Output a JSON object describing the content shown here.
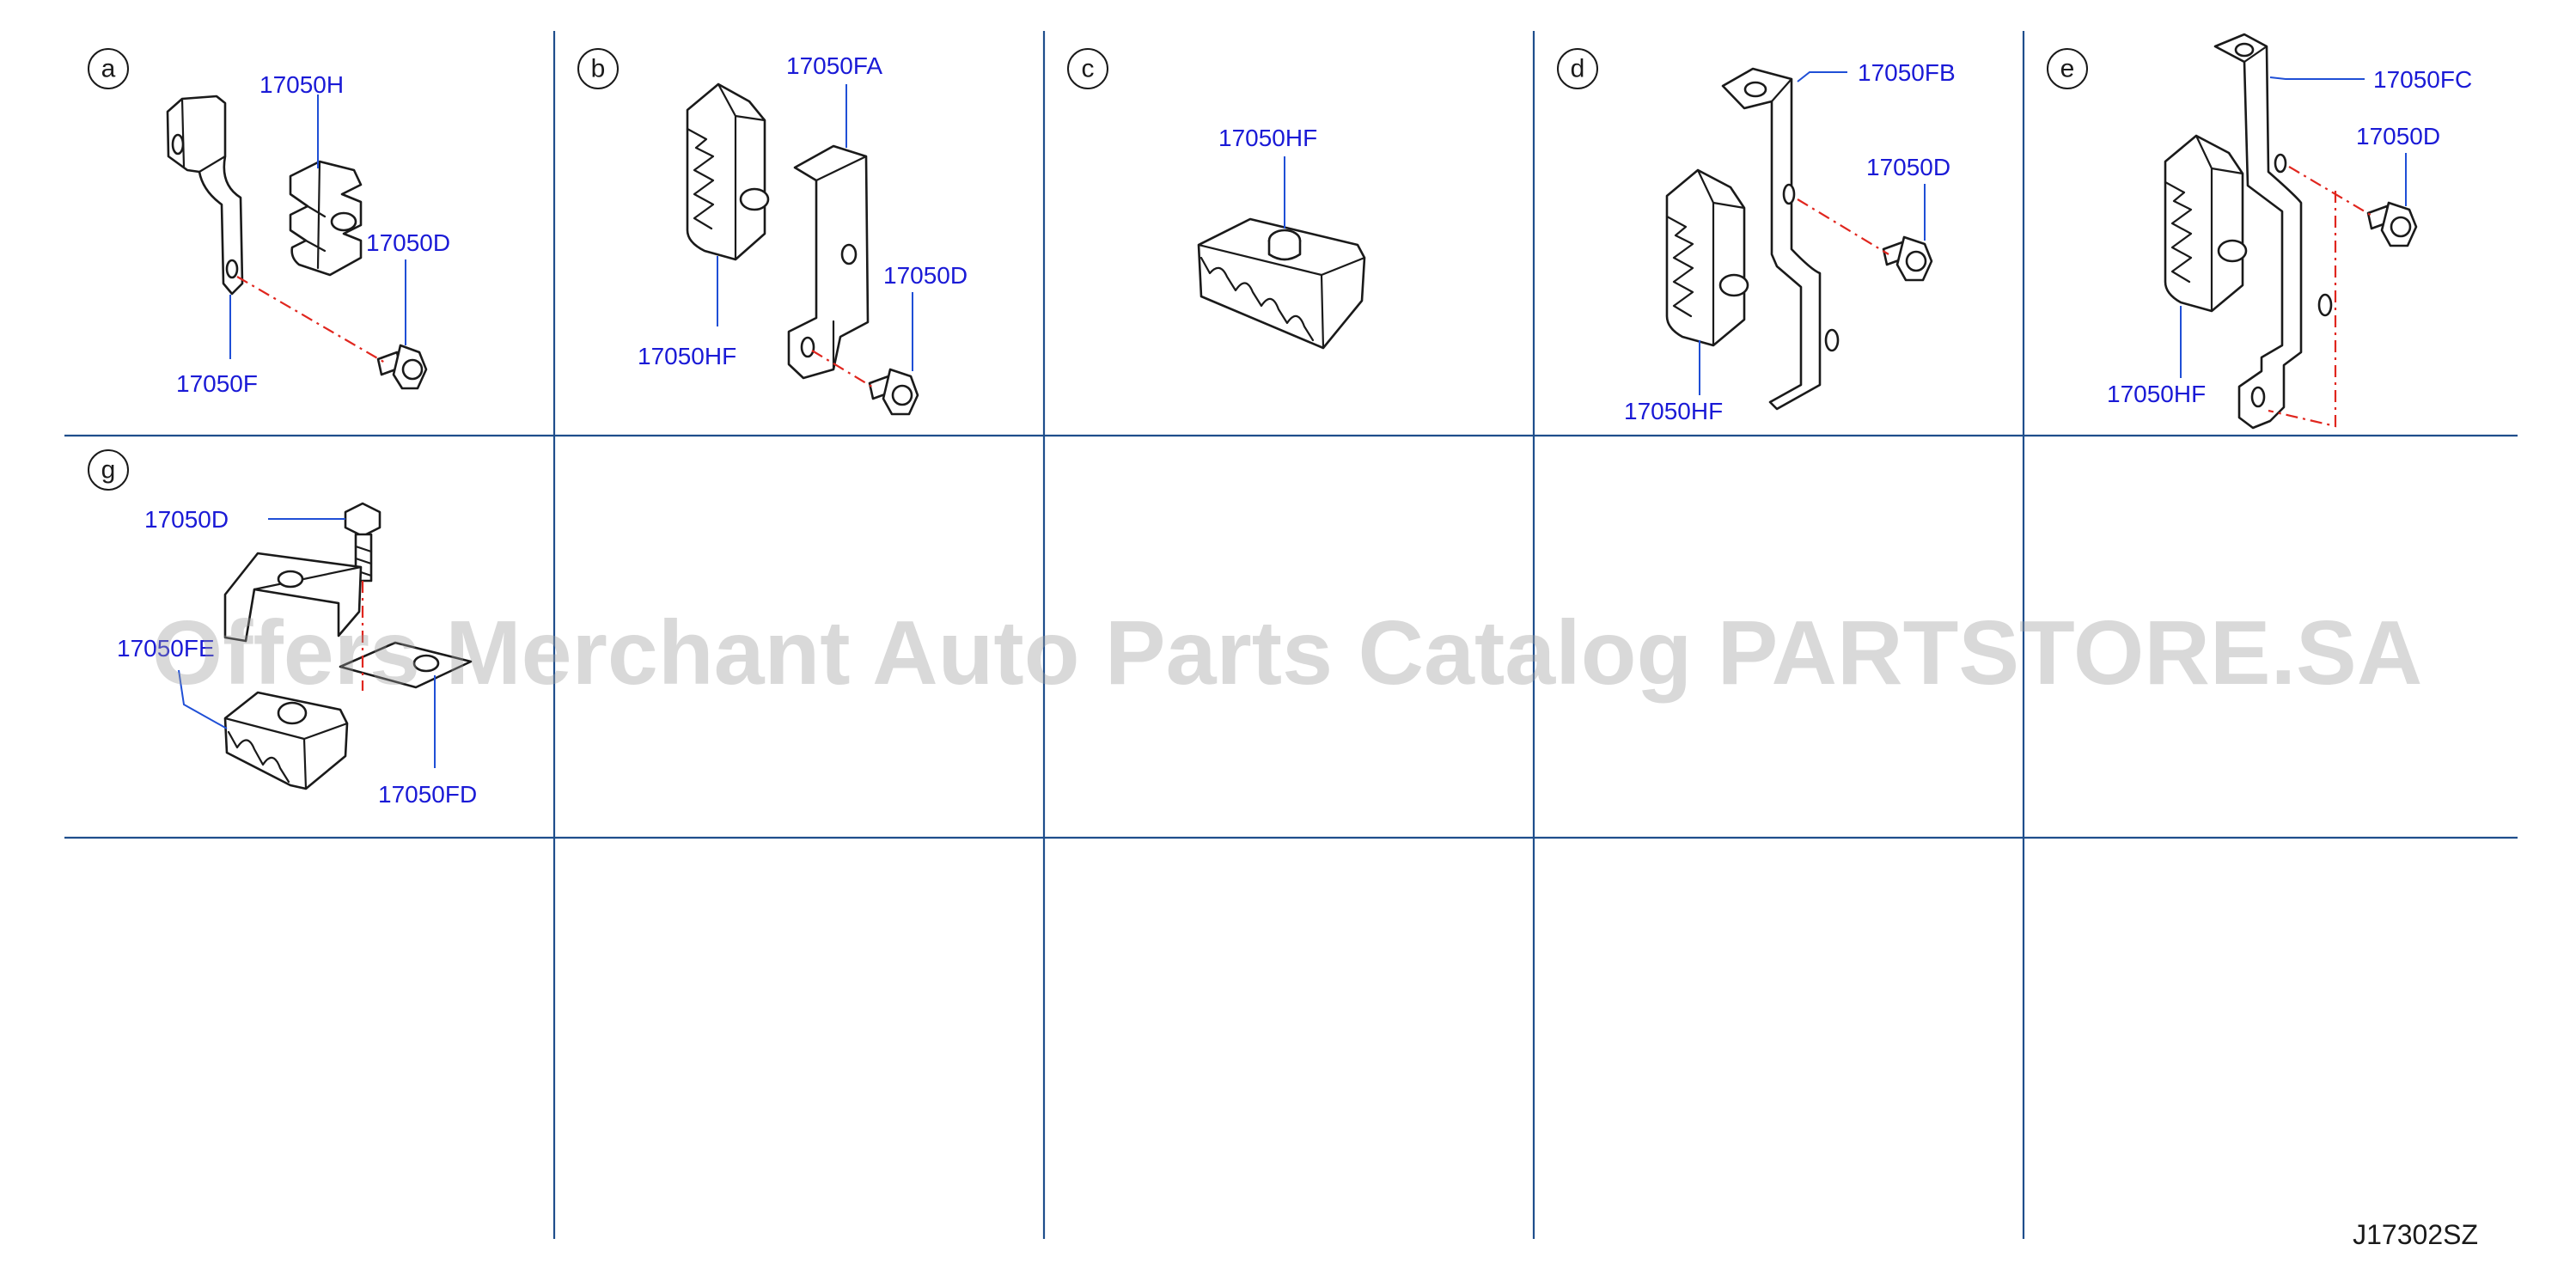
{
  "panels": [
    {
      "id": "a",
      "labels": [
        "17050H",
        "17050D",
        "17050F"
      ]
    },
    {
      "id": "b",
      "labels": [
        "17050FA",
        "17050D",
        "17050HF"
      ]
    },
    {
      "id": "c",
      "labels": [
        "17050HF"
      ]
    },
    {
      "id": "d",
      "labels": [
        "17050FB",
        "17050D",
        "17050HF"
      ]
    },
    {
      "id": "e",
      "labels": [
        "17050FC",
        "17050D",
        "17050HF"
      ]
    },
    {
      "id": "g",
      "labels": [
        "17050D",
        "17050FE",
        "17050FD"
      ]
    }
  ],
  "watermark": "Offers Merchant Auto Parts Catalog PARTSTORE.SA",
  "diagram_code": "J17302SZ",
  "colors": {
    "grid": "#1f4e8c",
    "label": "#1a1ad6",
    "dash": "#e0261e",
    "watermark": "#9a9a9a"
  }
}
